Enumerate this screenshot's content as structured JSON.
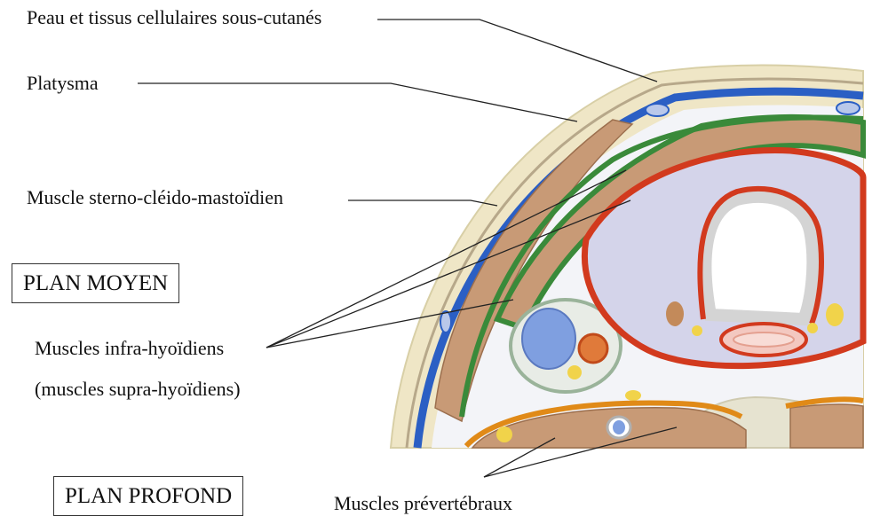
{
  "labels": {
    "peau": "Peau et tissus cellulaires sous-cutanés",
    "platysma": "Platysma",
    "scm": "Muscle sterno-cléido-mastoïdien",
    "infra": "Muscles infra-hyoïdiens",
    "supra": "(muscles supra-hyoïdiens)",
    "prevert": "Muscles prévertébraux"
  },
  "boxes": {
    "plan_moyen": "PLAN MOYEN",
    "plan_profond": "PLAN PROFOND"
  },
  "colors": {
    "skin": "#efe6c6",
    "superficial_fascia": "#2b5fc4",
    "middle_fascia": "#3a8a3a",
    "visceral_sheath": "#d23a1e",
    "prevertebral_fascia": "#e08a18",
    "muscle": "#c89a76",
    "thyroid": "#d4d4ea"
  }
}
